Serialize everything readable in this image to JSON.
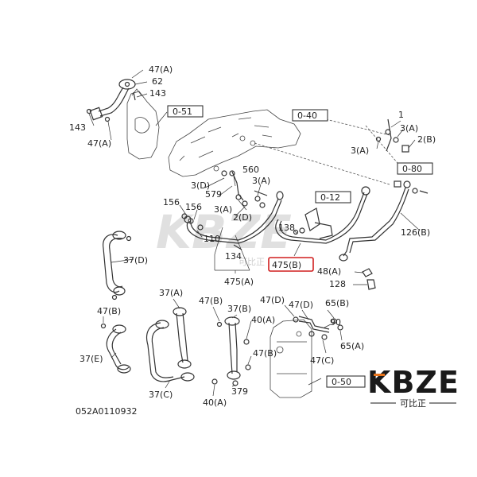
{
  "diagram_code": "052A0110932",
  "ref_boxes": [
    {
      "id": "o51",
      "text": "0-51"
    },
    {
      "id": "o40",
      "text": "0-40"
    },
    {
      "id": "o80",
      "text": "0-80"
    },
    {
      "id": "o12",
      "text": "0-12"
    },
    {
      "id": "o50",
      "text": "0-50"
    }
  ],
  "highlighted_part": "475(B)",
  "labels": {
    "l47a_top": "47(A)",
    "l62": "62",
    "l143_top": "143",
    "l143_left": "143",
    "l47a_left": "47(A)",
    "l1": "1",
    "l3a_r1": "3(A)",
    "l2b": "2(B)",
    "l3a_r2": "3(A)",
    "l560": "560",
    "l3d": "3(D)",
    "l3a_mid": "3(A)",
    "l579": "579",
    "l3a_mid2": "3(A)",
    "l2d": "2(D)",
    "l156a": "156",
    "l156b": "156",
    "l110": "110",
    "l138": "138",
    "l134": "134",
    "l475a": "475(A)",
    "l126b": "126(B)",
    "l48a": "48(A)",
    "l128": "128",
    "l37d": "37(D)",
    "l47b_left": "47(B)",
    "l37e": "37(E)",
    "l37a": "37(A)",
    "l37c": "37(C)",
    "l47b_mid": "47(B)",
    "l37b": "37(B)",
    "l40a_mid": "40(A)",
    "l47d_a": "47(D)",
    "l47d_b": "47(D)",
    "l65b": "65(B)",
    "l90": "90",
    "l65a": "65(A)",
    "l47c": "47(C)",
    "l47b_low": "47(B)",
    "l379": "379",
    "l40a_low": "40(A)"
  },
  "watermark": {
    "text": "KBZE",
    "subtext": "可比正"
  },
  "logo": {
    "text": "KBZE",
    "subtext": "可比正",
    "accent_color": "#e8731a",
    "text_color": "#1a1a1a"
  },
  "colors": {
    "highlight": "#d01e1e",
    "line": "#333333"
  }
}
